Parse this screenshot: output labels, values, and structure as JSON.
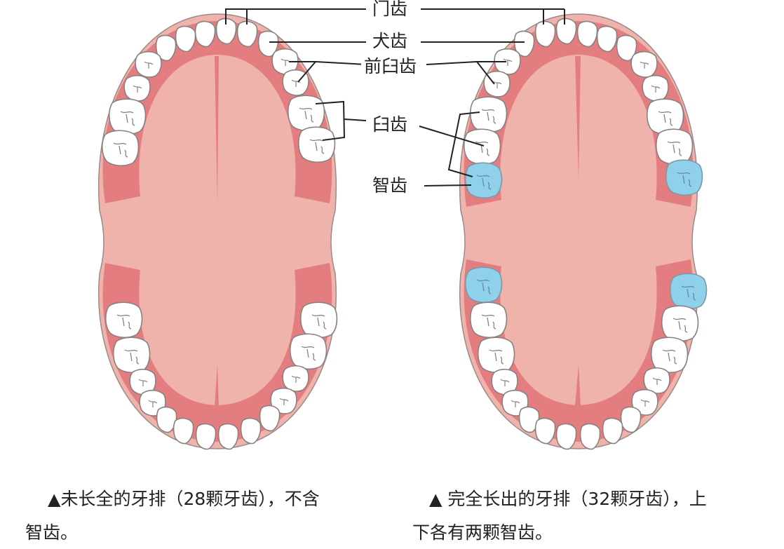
{
  "labels": {
    "incisors": "门齿",
    "canine": "犬齿",
    "premolars": "前臼齿",
    "molars": "臼齿",
    "wisdom": "智齿"
  },
  "captions": {
    "left": {
      "marker": "▲",
      "line1": "未长全的牙排（28颗牙齿），不含",
      "line2": "智齿。"
    },
    "right": {
      "marker": "▲",
      "line1": "完全长出的牙排（32颗牙齿），上",
      "line2": "下各有两颗智齿。"
    }
  },
  "colors": {
    "palate": "#efb3ac",
    "gum": "#e47d80",
    "tooth": "#ffffff",
    "tooth_outline": "#8a8080",
    "wisdom_tooth": "#8fd0ea",
    "leader_line": "#222222"
  },
  "left_diagram": {
    "teeth_total": 28,
    "wisdom_teeth": 0
  },
  "right_diagram": {
    "teeth_total": 32,
    "wisdom_teeth": 4
  }
}
